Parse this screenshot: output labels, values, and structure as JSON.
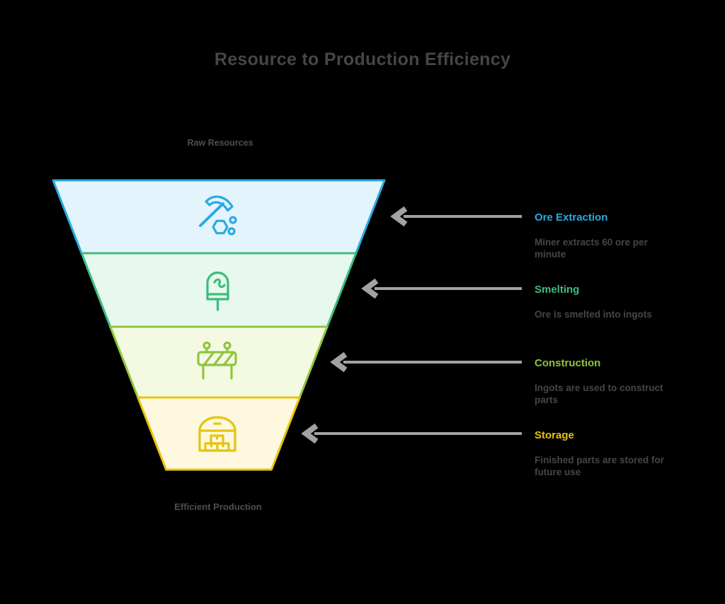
{
  "title": "Resource to Production Efficiency",
  "funnel": {
    "top_label": "Raw Resources",
    "bottom_label": "Efficient Production"
  },
  "stages": [
    {
      "label": "Ore Extraction",
      "description": "Miner extracts 60 ore per minute",
      "icon": "pickaxe-icon",
      "color": "#29abe2",
      "fill": "#e4f4fc"
    },
    {
      "label": "Smelting",
      "description": "Ore is smelted into ingots",
      "icon": "smelter-icon",
      "color": "#3dbc7c",
      "fill": "#e7f8ee"
    },
    {
      "label": "Construction",
      "description": "Ingots are used to construct parts",
      "icon": "barrier-icon",
      "color": "#8fc63f",
      "fill": "#f4fae2"
    },
    {
      "label": "Storage",
      "description": "Finished parts are stored for future use",
      "icon": "warehouse-icon",
      "color": "#e6c412",
      "fill": "#fdf8de"
    }
  ],
  "colors": {
    "background": "#000000",
    "title_text": "#464646",
    "heading_text": "#4e4e4e",
    "desc_text": "#454649",
    "arrow": "#a2a2a2"
  }
}
